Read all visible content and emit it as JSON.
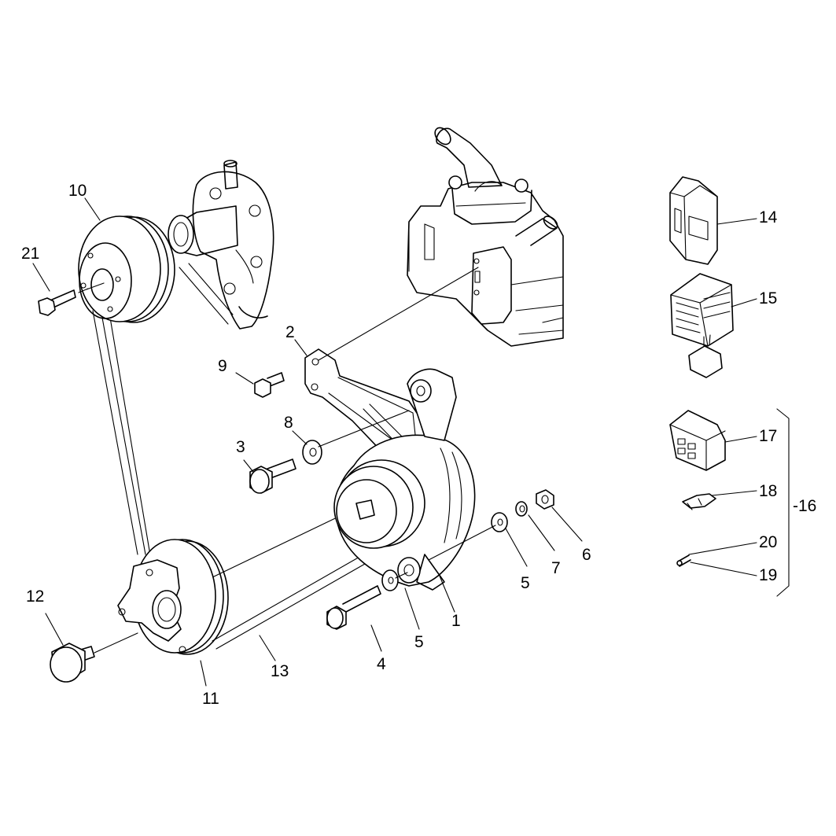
{
  "callouts": {
    "c1": "1",
    "c2": "2",
    "c3": "3",
    "c4": "4",
    "c5a": "5",
    "c5b": "5",
    "c6": "6",
    "c7": "7",
    "c8": "8",
    "c9": "9",
    "c10": "10",
    "c11": "11",
    "c12": "12",
    "c13": "13",
    "c14": "14",
    "c15": "15",
    "c16": "16",
    "c17": "17",
    "c18": "18",
    "c19": "19",
    "c20": "20",
    "c21": "21"
  },
  "ink_color": "#000000",
  "background_color": "#ffffff"
}
